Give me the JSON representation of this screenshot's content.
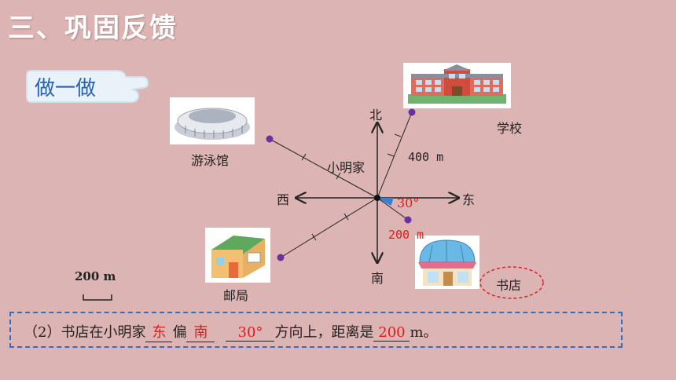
{
  "section_title": "三、巩固反馈",
  "activity_badge": "做一做",
  "compass": {
    "north": "北",
    "south": "南",
    "east": "东",
    "west": "西",
    "center": "小明家"
  },
  "places": {
    "school": "学校",
    "pool": "游泳馆",
    "post_office": "邮局",
    "bookstore": "书店"
  },
  "measures": {
    "school_distance": "400 m",
    "angle": "30°",
    "bookstore_distance": "200 m"
  },
  "scale_label": "200 m",
  "question": {
    "prefix": "（2）书店在小明家",
    "blank1": "东",
    "mid1": "偏",
    "blank2": "南",
    "blank3": "30°",
    "mid2": "方向上，距离是",
    "blank4": "200",
    "suffix": "m。"
  },
  "colors": {
    "accent_red": "#e21b1b",
    "point_purple": "#6b2fa0",
    "frame_blue": "#2b6fc9"
  }
}
